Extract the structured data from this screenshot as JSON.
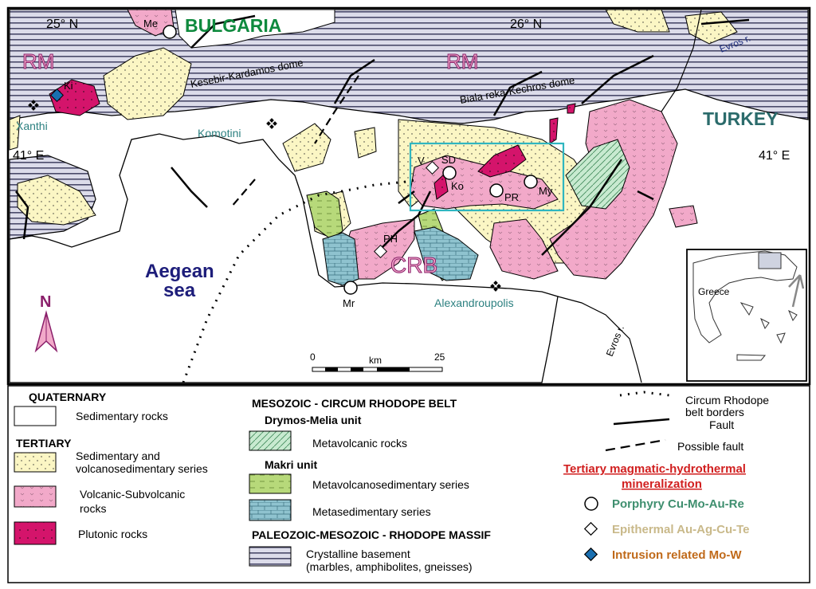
{
  "map": {
    "country_labels": {
      "bulgaria": "BULGARIA",
      "turkey": "TURKEY"
    },
    "sea_label": {
      "line1": "Aegean",
      "line2": "sea"
    },
    "unit_labels": {
      "rm_west": "RM",
      "rm_east": "RM",
      "crb": "CRB"
    },
    "coordinates": {
      "lon_25": "25° N",
      "lon_26": "26° N",
      "lat_41_left": "41° E",
      "lat_41_right": "41° E"
    },
    "domes": {
      "kesebir": "Kesebir-Kardamos dome",
      "biala": "Biala reka-Kechros dome"
    },
    "cities": {
      "xanthi": "Xanthi",
      "komotini": "Komotini",
      "alexandroupolis": "Alexandroupolis"
    },
    "rivers": {
      "evros_north": "Evros r.",
      "evros_south": "Evros r."
    },
    "deposits": {
      "me": "Me",
      "ki": "Ki",
      "v": "V",
      "sd": "SD",
      "ko": "Ko",
      "pr": "PR",
      "my": "My",
      "ph": "PH",
      "mr": "Mr"
    },
    "north_arrow": "N",
    "scale": {
      "zero": "0",
      "unit": "km",
      "max": "25"
    },
    "inset": {
      "label": "Greece"
    }
  },
  "legend": {
    "quaternary": {
      "heading": "QUATERNARY",
      "sedimentary": "Sedimentary rocks"
    },
    "tertiary": {
      "heading": "TERTIARY",
      "sed_volc_line1": "Sedimentary and",
      "sed_volc_line2": "volcanosedimentary series",
      "volcanic_line1": "Volcanic-Subvolcanic",
      "volcanic_line2": "rocks",
      "plutonic": "Plutonic rocks"
    },
    "mesozoic": {
      "heading": "MESOZOIC - CIRCUM RHODOPE BELT",
      "drymos": "Drymos-Melia unit",
      "metavolcanic": "Metavolcanic rocks",
      "makri": "Makri unit",
      "metavolcanosed": "Metavolcanosedimentary series",
      "metased": "Metasedimentary series"
    },
    "paleozoic": {
      "heading": "PALEOZOIC-MESOZOIC - RHODOPE MASSIF",
      "basement_line1": "Crystalline basement",
      "basement_line2": "(marbles, amphibolites, gneisses)"
    },
    "lines": {
      "crb_line1": "Circum Rhodope",
      "crb_line2": "belt borders",
      "fault": "Fault",
      "possible_fault": "Possible fault"
    },
    "mineralization": {
      "title_line1": "Tertiary magmatic-hydrothermal",
      "title_line2": "mineralization",
      "porphyry": "Porphyry Cu-Mo-Au-Re",
      "epithermal": "Epithermal Au-Ag-Cu-Te",
      "intrusion": "Intrusion related Mo-W"
    }
  },
  "colors": {
    "basement_stripe": "#4a4a6a",
    "basement_fill": "#dcdcea",
    "sediment": "#fbf6c4",
    "volcanic": "#f2a9c9",
    "plutonic": "#d4146b",
    "metavolcanic": "#c8ead0",
    "metavolcanosed": "#b7d97a",
    "metased": "#8fc3cf",
    "country": "#0f8a3e",
    "turkey": "#2b6b6b",
    "sea": "#1d1d7a",
    "unit": "#8a1f6a",
    "city": "#2c8080",
    "river": "#1a2a7a",
    "min_title": "#d11f1f",
    "porphyry": "#3f8f6f",
    "epithermal": "#c9b98a",
    "intrusion": "#c06a1a",
    "inset_box": "#2fb6c0"
  }
}
